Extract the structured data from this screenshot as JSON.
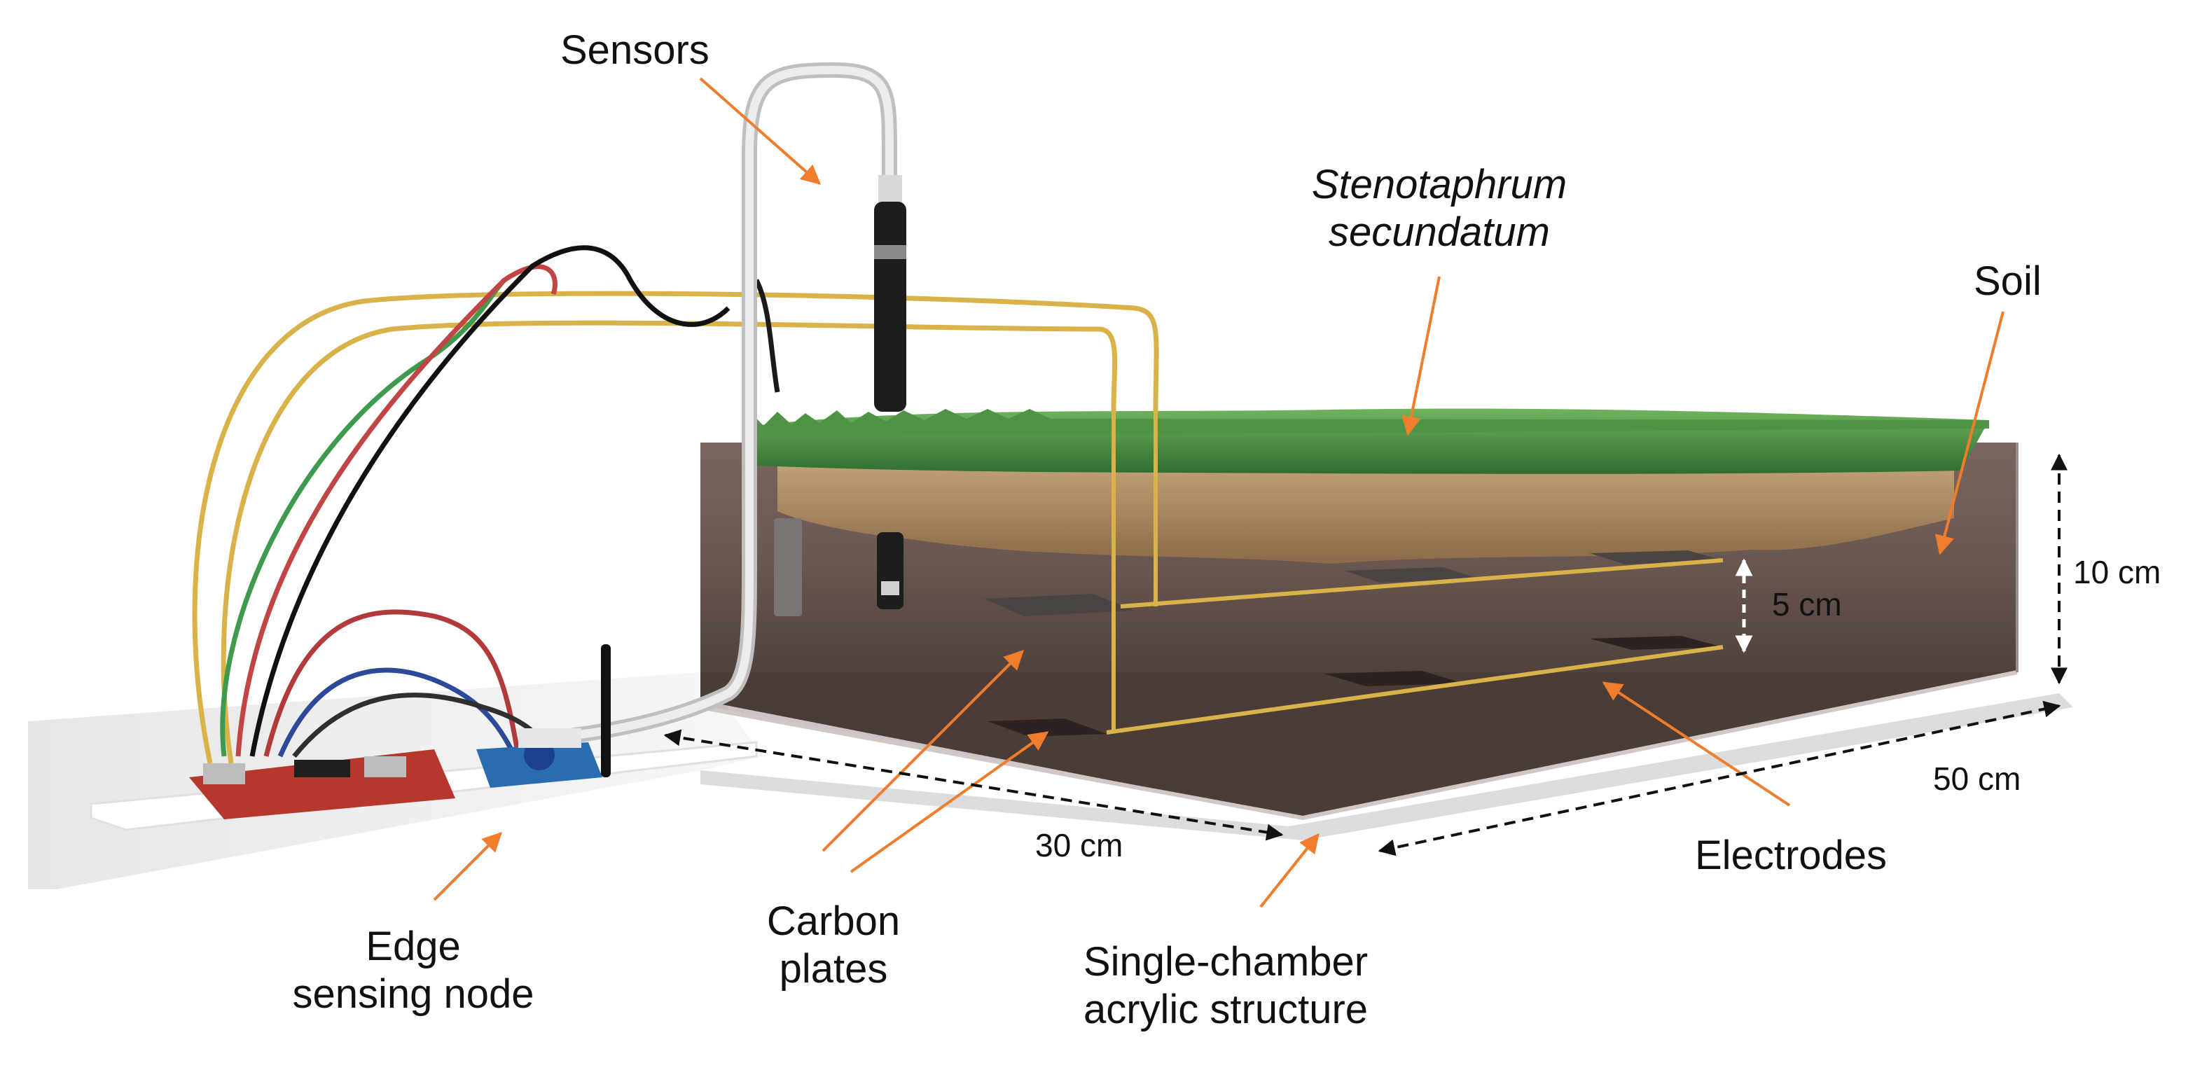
{
  "colors": {
    "arrow": "#ef7d2c",
    "grass": "#3f8a3c",
    "roots": "#a8865a",
    "soil": "#6e5b52",
    "soil_dark": "#3e302b",
    "wire_yellow": "#d9b24a",
    "board_red": "#b8372d",
    "cable": "#d8d8d8"
  },
  "labels": {
    "sensors": "Sensors",
    "plant": {
      "line1": "Stenotaphrum",
      "line2": "secundatum"
    },
    "soil": "Soil",
    "edge_node": {
      "line1": "Edge",
      "line2": "sensing node"
    },
    "carbon_plates": {
      "line1": "Carbon",
      "line2": "plates"
    },
    "chamber": {
      "line1": "Single-chamber",
      "line2": "acrylic structure"
    },
    "electrodes": "Electrodes"
  },
  "dimensions": {
    "depth": "10 cm",
    "electrode_gap": "5 cm",
    "width": "30 cm",
    "length": "50 cm"
  }
}
